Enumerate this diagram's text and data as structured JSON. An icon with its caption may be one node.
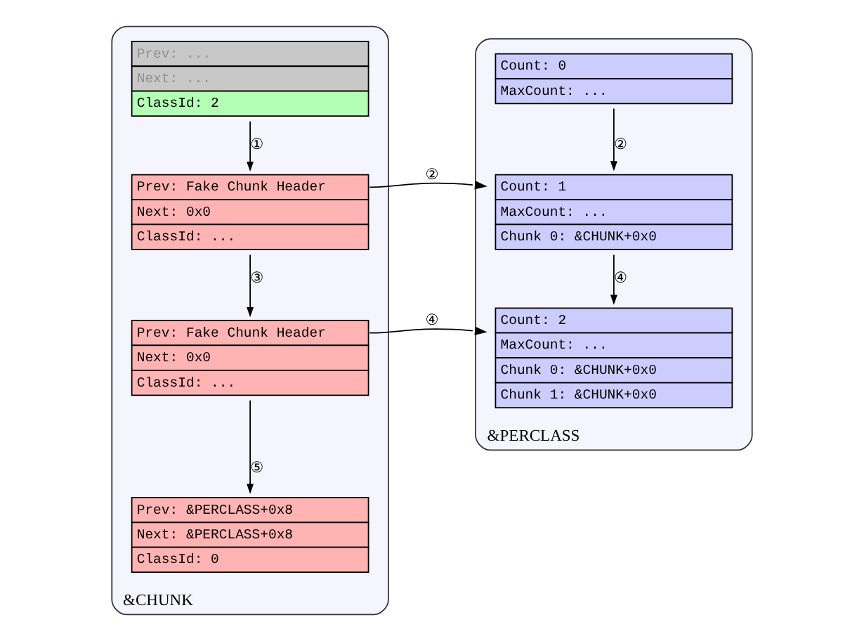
{
  "diagram": {
    "nodes": [
      {
        "text": [
          "&CHUNK"
        ]
      },
      {
        "text": [
          "Prev: ...",
          "Next: ...",
          "ClassId: 2"
        ],
        "in": 0
      },
      {
        "text": [
          "Prev: Fake Chunk Header",
          "Next: 0x0",
          "ClassId: ..."
        ],
        "in": 0
      },
      {
        "text": [
          "Prev: Fake Chunk Header",
          "Next: 0x0",
          "ClassId: ..."
        ],
        "in": 0
      },
      {
        "text": [
          "Prev: &PERCLASS+0x8",
          "Next: &PERCLASS+0x8",
          "ClassId: 0"
        ],
        "in": 0
      },
      {
        "text": [
          "&PERCLASS"
        ]
      },
      {
        "text": [
          "Count: 0",
          "MaxCount: ..."
        ],
        "in": 5
      },
      {
        "text": [
          "Count: 1",
          "MaxCount: ...",
          "Chunk 0: &CHUNK+0x0"
        ],
        "in": 5
      },
      {
        "text": [
          "Count: 2",
          "MaxCount: ...",
          "Chunk 0: &CHUNK+0x0",
          "Chunk 1: &CHUNK+0x0"
        ],
        "in": 5
      }
    ],
    "edges": [
      {
        "from": 1,
        "to": 2,
        "arrow": "to",
        "label": "①"
      },
      {
        "from": 2,
        "to": 3,
        "arrow": "to",
        "label": "③"
      },
      {
        "from": 3,
        "to": 4,
        "arrow": "to",
        "label": "⑤"
      },
      {
        "from": 6,
        "to": 7,
        "arrow": "to",
        "label": "②"
      },
      {
        "from": 7,
        "to": 8,
        "arrow": "to",
        "label": "④"
      },
      {
        "from": 2,
        "to": 7,
        "arrow": "to",
        "label": "②"
      },
      {
        "from": 3,
        "to": 8,
        "arrow": "to",
        "label": "④"
      }
    ]
  }
}
